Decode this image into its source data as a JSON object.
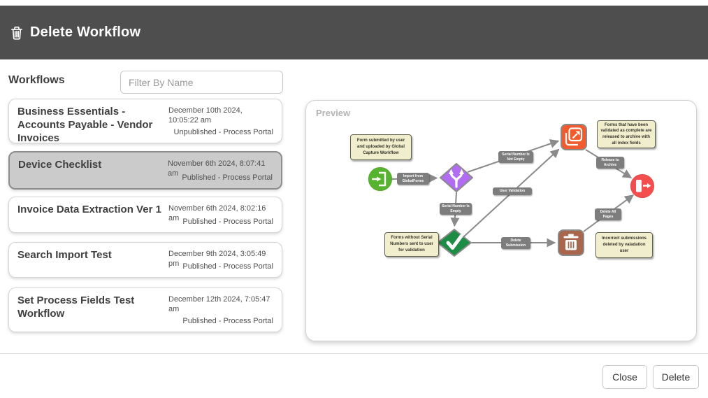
{
  "header": {
    "title": "Delete Workflow"
  },
  "workflows": {
    "heading": "Workflows",
    "filter_placeholder": "Filter By Name",
    "items": [
      {
        "name": "Business Essentials - Accounts Payable - Vendor Invoices",
        "date": "December 10th 2024, 10:05:22 am",
        "status": "Unpublished - Process Portal",
        "selected": false
      },
      {
        "name": "Device Checklist",
        "date": "November 6th 2024, 8:07:41 am",
        "status": "Published - Process Portal",
        "selected": true
      },
      {
        "name": "Invoice Data Extraction Ver 1",
        "date": "November 6th 2024, 8:02:16 am",
        "status": "Published - Process Portal",
        "selected": false
      },
      {
        "name": "Search Import Test",
        "date": "December 9th 2024, 3:05:49 pm",
        "status": "Published - Process Portal",
        "selected": false
      },
      {
        "name": "Set Process Fields Test Workflow",
        "date": "December 12th 2024, 7:05:47 am",
        "status": "Published - Process Portal",
        "selected": false
      }
    ]
  },
  "preview": {
    "label": "Preview",
    "notes": {
      "form_submitted": "Form submitted by user and uploaded by Global Capture Workflow",
      "validated_released": "Forms that have been validated as complete are released to archive with all index fields",
      "forms_without_serial": "Forms without Serial Numbers sent to user for validation",
      "incorrect_submissions": "Incorrect submissions deleted by valadation user"
    },
    "edge_labels": {
      "import_from_globalforms": "Import from GlobalForms",
      "serial_number_is_not_empty": "Serial Number Is Not Empty",
      "serial_number_is_empty": "Serial Number Is Empty",
      "user_validation": "User Validation",
      "release_to_archive": "Release to Archive",
      "delete_all_pages": "Delete All Pages",
      "delete_submission": "Delete Submission"
    },
    "nodes": [
      {
        "name": "import-node",
        "icon": "import-icon",
        "shape": "circle",
        "color": "#56b32d"
      },
      {
        "name": "branch-node",
        "icon": "branch-icon",
        "shape": "diamond",
        "color": "#b16cf2"
      },
      {
        "name": "release-node",
        "icon": "release-icon",
        "shape": "square",
        "color": "#f15b2e"
      },
      {
        "name": "end-node",
        "icon": "exit-icon",
        "shape": "circle",
        "color": "#f34d4d"
      },
      {
        "name": "validation-node",
        "icon": "check-icon",
        "shape": "diamond",
        "color": "#1d8c45"
      },
      {
        "name": "delete-node",
        "icon": "trash-icon",
        "shape": "square",
        "color": "#a8664c"
      }
    ]
  },
  "footer": {
    "close_label": "Close",
    "delete_label": "Delete"
  },
  "colors": {
    "header_bg": "#4e4e4e",
    "selected_card_bg": "#cbcbcb",
    "note_bg": "#f1eecd",
    "edge_label_bg": "#7d7d7d",
    "edge_stroke": "#8a8a8a"
  }
}
